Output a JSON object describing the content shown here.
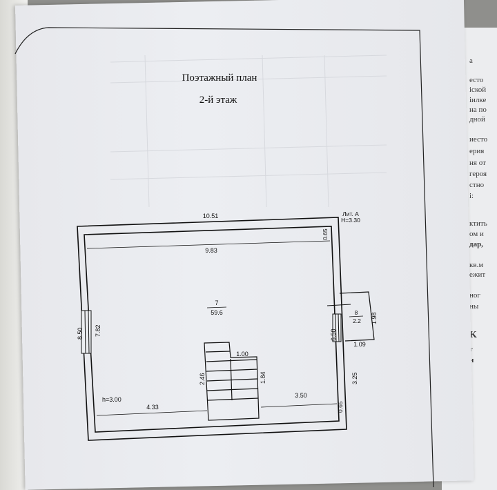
{
  "document": {
    "title": "Поэтажный план",
    "subtitle": "2-й этаж"
  },
  "plan": {
    "outer_width": "10.51",
    "inner_width": "9.83",
    "wall_top": "0.65",
    "liter": "Лит. А",
    "height_label": "Н=3.30",
    "room_7_number": "7",
    "room_7_area": "59.6",
    "room_8_number": "8",
    "room_8_area": "2.2",
    "annex_height": "1.98",
    "annex_width": "1.09",
    "left_outer": "8.50",
    "left_inner": "7.82",
    "right_lower": "6.50",
    "right_small": "3.25",
    "stair_width": "1.00",
    "stair_left_len": "2.46",
    "stair_right_len": "1.84",
    "h_label": "h=3.00",
    "bottom_left": "4.33",
    "bottom_right": "3.50",
    "wall_bottom": "0.65"
  },
  "side_text": [
    "а",
    "есто",
    "іской",
    "іилке",
    "на по",
    "дной",
    "иесто",
    "ерия",
    "ня от",
    "героя",
    "стно",
    "і:",
    "ктить",
    "ом и",
    "дар,",
    "кв.м",
    "ежит",
    "ног",
    "ны",
    "K",
    "т",
    "н"
  ]
}
